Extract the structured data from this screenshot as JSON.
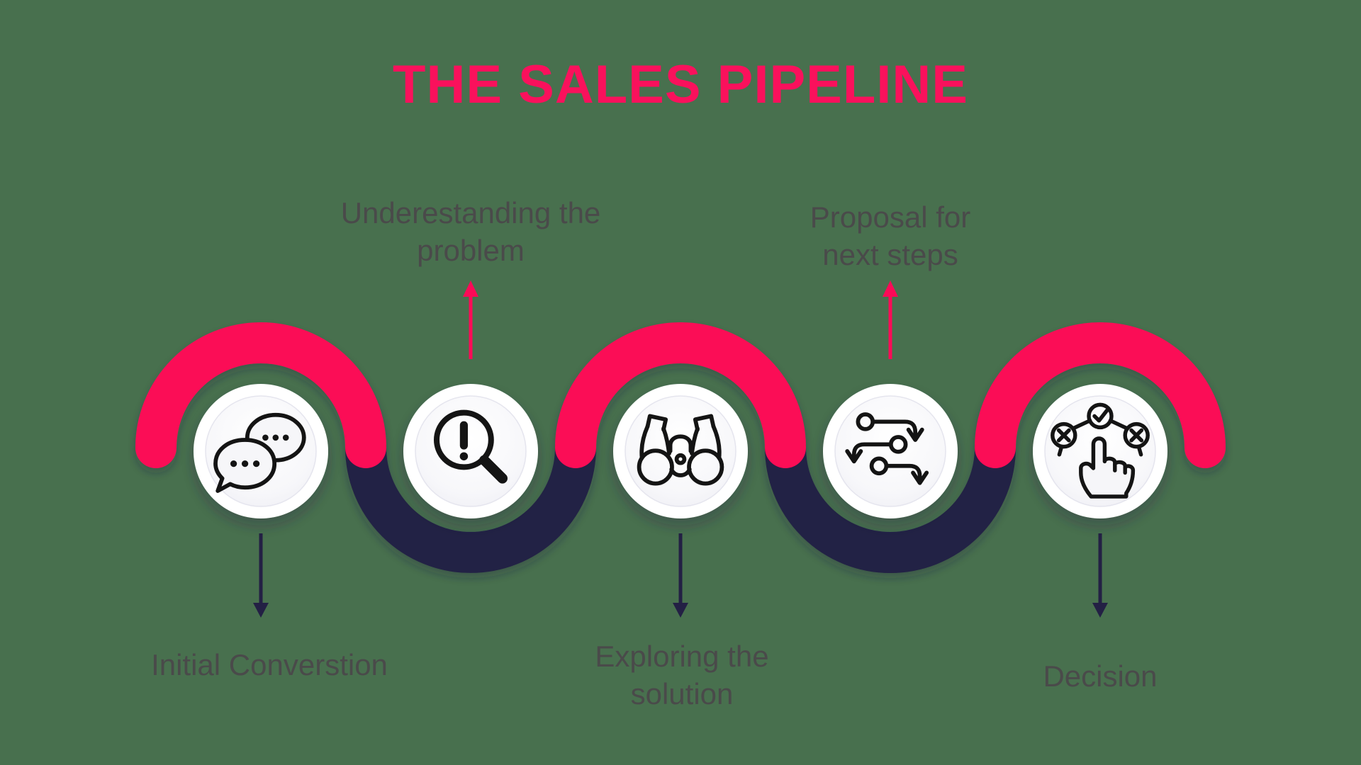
{
  "title": {
    "text": "THE SALES PIPELINE"
  },
  "background_color": "#48704E",
  "palette": {
    "pink": "#FB0A57",
    "navy": "#232044",
    "label_gray": "#4A4A4A",
    "node_fill": "#FFFFFF",
    "node_inner_fill": "#F6F6F9",
    "icon_stroke": "#141414"
  },
  "stages": [
    {
      "name": "initial-conversation",
      "icon": "chat-bubbles-icon",
      "label_lines": [
        "Initial Converstion"
      ],
      "label_position": "bottom",
      "arc": {
        "position": "top",
        "color": "pink"
      },
      "arrow": {
        "direction": "down",
        "color": "navy"
      }
    },
    {
      "name": "understanding-the-problem",
      "icon": "search-alert-magnifier-icon",
      "label_lines": [
        "Underestanding the",
        "problem"
      ],
      "label_position": "top",
      "arc": {
        "position": "bottom",
        "color": "navy"
      },
      "arrow": {
        "direction": "up",
        "color": "pink"
      }
    },
    {
      "name": "exploring-the-solution",
      "icon": "binoculars-icon",
      "label_lines": [
        "Exploring the",
        "solution"
      ],
      "label_position": "bottom",
      "arc": {
        "position": "top",
        "color": "pink"
      },
      "arrow": {
        "direction": "down",
        "color": "navy"
      }
    },
    {
      "name": "proposal-for-next-steps",
      "icon": "flow-steps-icon",
      "label_lines": [
        "Proposal for",
        "next steps"
      ],
      "label_position": "top",
      "arc": {
        "position": "bottom",
        "color": "navy"
      },
      "arrow": {
        "direction": "up",
        "color": "pink"
      }
    },
    {
      "name": "decision",
      "icon": "decision-choice-hand-icon",
      "label_lines": [
        "Decision"
      ],
      "label_position": "bottom",
      "arc": {
        "position": "top",
        "color": "pink"
      },
      "arrow": {
        "direction": "down",
        "color": "navy"
      }
    }
  ]
}
